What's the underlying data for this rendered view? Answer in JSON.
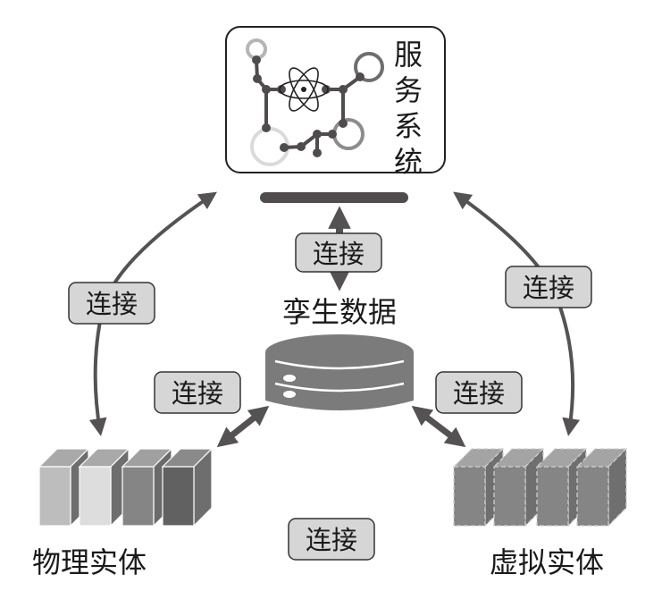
{
  "service_system": {
    "label_chars": [
      "服",
      "务",
      "系",
      "统"
    ],
    "label": "服务系统"
  },
  "twin_data": {
    "label": "孪生数据"
  },
  "physical_entity": {
    "label": "物理实体"
  },
  "virtual_entity": {
    "label": "虚拟实体"
  },
  "connections": {
    "top": "连接",
    "left_arc": "连接",
    "right_arc": "连接",
    "left_diag": "连接",
    "right_diag": "连接",
    "bottom": "连接"
  },
  "colors": {
    "arrow": "#555253",
    "label_fill": "#d6d6d6",
    "database": "#7b7b7b",
    "cube_light": "#dddddd",
    "cube_mid": "#bdbdbd",
    "cube_dark": "#858585",
    "cube_darker": "#666666"
  }
}
